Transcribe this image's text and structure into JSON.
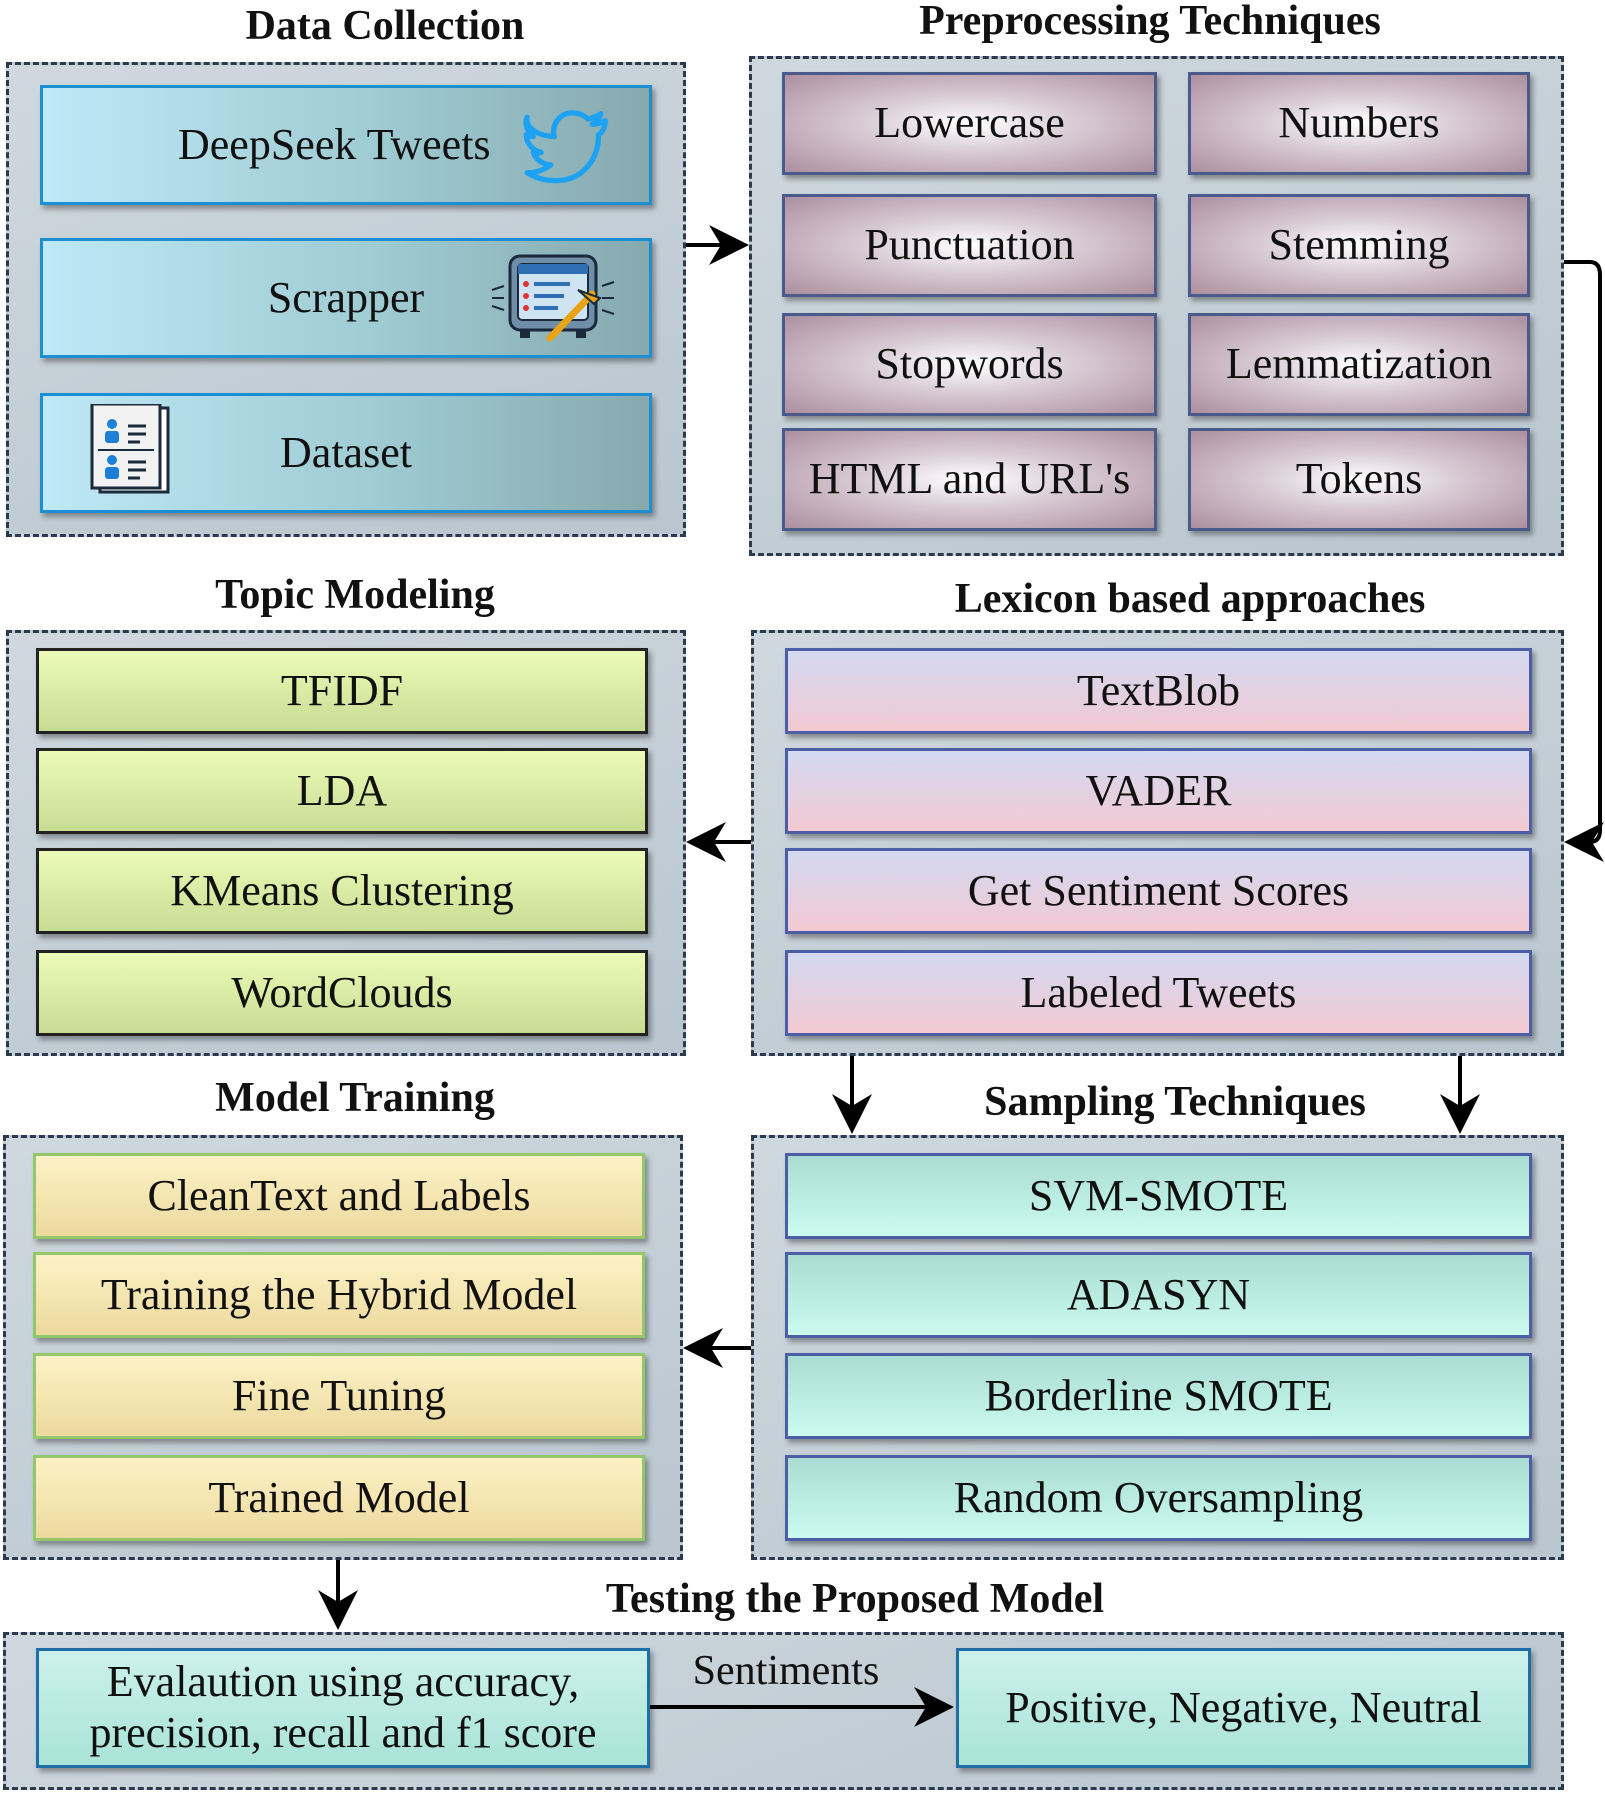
{
  "data_collection": {
    "title": "Data Collection",
    "items": [
      "DeepSeek Tweets",
      "Scrapper",
      "Dataset"
    ],
    "icons": [
      "twitter-bird-icon",
      "scraper-machine-icon",
      "dataset-document-icon"
    ]
  },
  "preprocessing": {
    "title": "Preprocessing Techniques",
    "items": [
      "Lowercase",
      "Numbers",
      "Punctuation",
      "Stemming",
      "Stopwords",
      "Lemmatization",
      "HTML and URL's",
      "Tokens"
    ]
  },
  "topic_modeling": {
    "title": "Topic Modeling",
    "items": [
      "TFIDF",
      "LDA",
      "KMeans Clustering",
      "WordClouds"
    ]
  },
  "lexicon": {
    "title": "Lexicon based approaches",
    "items": [
      "TextBlob",
      "VADER",
      "Get Sentiment Scores",
      "Labeled Tweets"
    ]
  },
  "model_training": {
    "title": "Model Training",
    "items": [
      "CleanText and Labels",
      "Training the Hybrid Model",
      "Fine Tuning",
      "Trained Model"
    ]
  },
  "sampling": {
    "title": "Sampling Techniques",
    "items": [
      "SVM-SMOTE",
      "ADASYN",
      "Borderline SMOTE",
      "Random Oversampling"
    ]
  },
  "testing": {
    "title": "Testing the Proposed Model",
    "evaluation": "Evalaution using accuracy, precision, recall and f1 score",
    "edge_label": "Sentiments",
    "result": "Positive, Negative, Neutral"
  },
  "colors": {
    "panel_border": "#2c3a4d",
    "data_collection_border": "#1b8fd1",
    "twitter_blue": "#1da1f2",
    "arrow": "#000000"
  }
}
